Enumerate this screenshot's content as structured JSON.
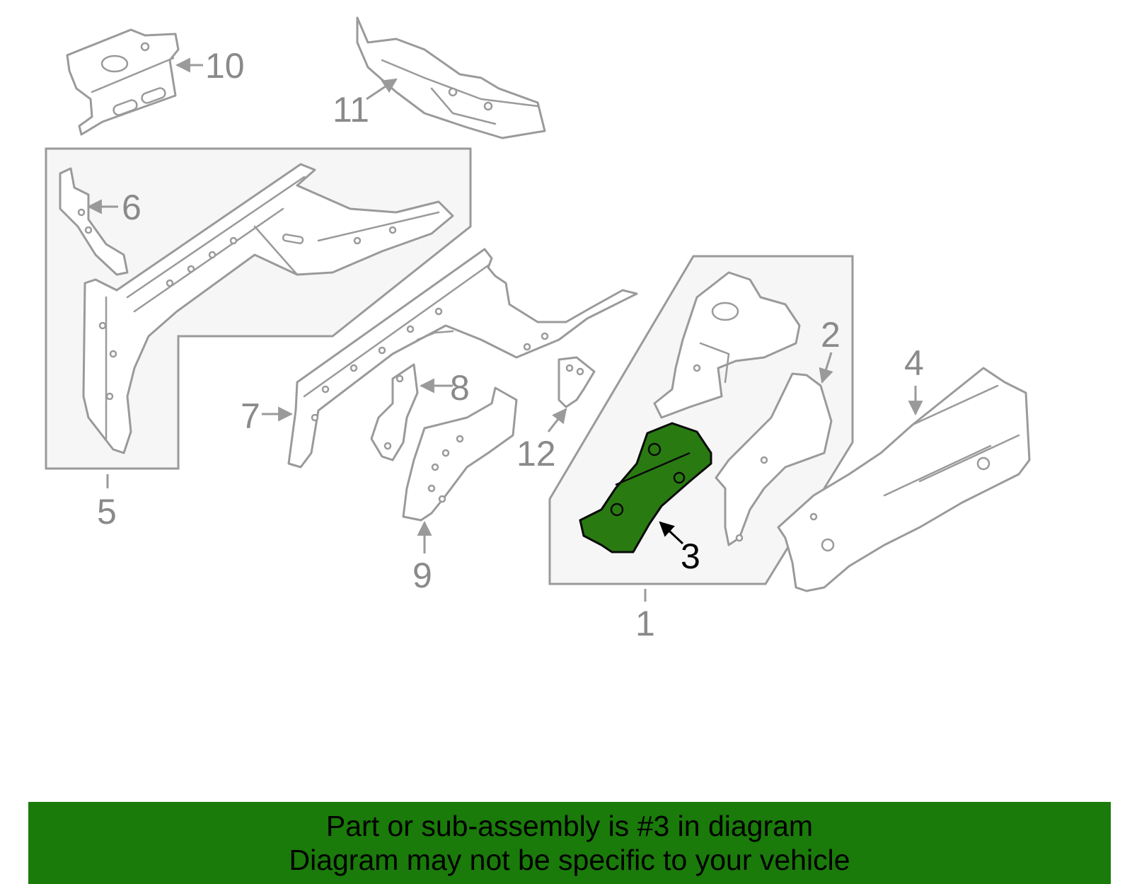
{
  "callouts": {
    "c1": "1",
    "c2": "2",
    "c3": "3",
    "c4": "4",
    "c5": "5",
    "c6": "6",
    "c7": "7",
    "c8": "8",
    "c9": "9",
    "c10": "10",
    "c11": "11",
    "c12": "12"
  },
  "highlighted_part": "3",
  "banner": {
    "line1": "Part or sub-assembly is #3 in diagram",
    "line2": "Diagram may not be specific to your vehicle"
  },
  "colors": {
    "highlight_fill": "#2a7a12",
    "banner_background": "#1a7a0a",
    "line_gray": "#9a9a9a"
  }
}
